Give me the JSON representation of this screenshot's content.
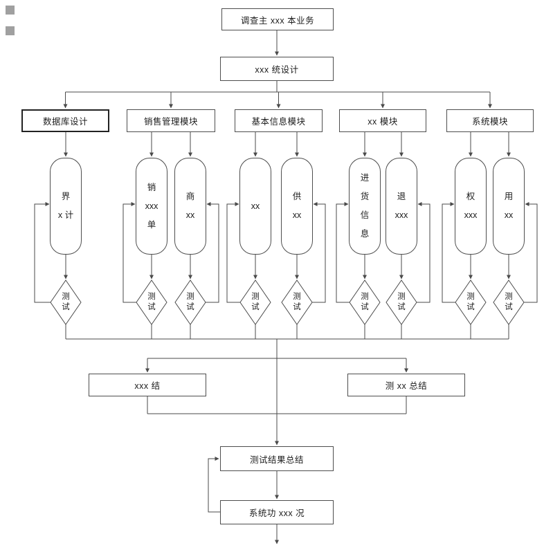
{
  "flowchart": {
    "top_label": "调查主 xxx 本业务",
    "design_label": "xxx 统设计",
    "modules": [
      {
        "label": "数据库设计"
      },
      {
        "label": "销售管理模块"
      },
      {
        "label": "基本信息模块"
      },
      {
        "label": "xx 模块"
      },
      {
        "label": "系统模块"
      }
    ],
    "units": [
      {
        "label": "界\nx 计"
      },
      {
        "label": "销\nxxx\n单"
      },
      {
        "label": "商\nxx"
      },
      {
        "label": "xx"
      },
      {
        "label": "供\nxx"
      },
      {
        "label": "进\n货\n信\n息"
      },
      {
        "label": "退\nxxx"
      },
      {
        "label": "权\nxxx"
      },
      {
        "label": "用\nxx"
      }
    ],
    "test_label": "测\n试",
    "summary_left": "xxx 结",
    "summary_right": "测 xx 总结",
    "result_label": "测试结果总结",
    "final_label": "系统功 xxx 况"
  }
}
